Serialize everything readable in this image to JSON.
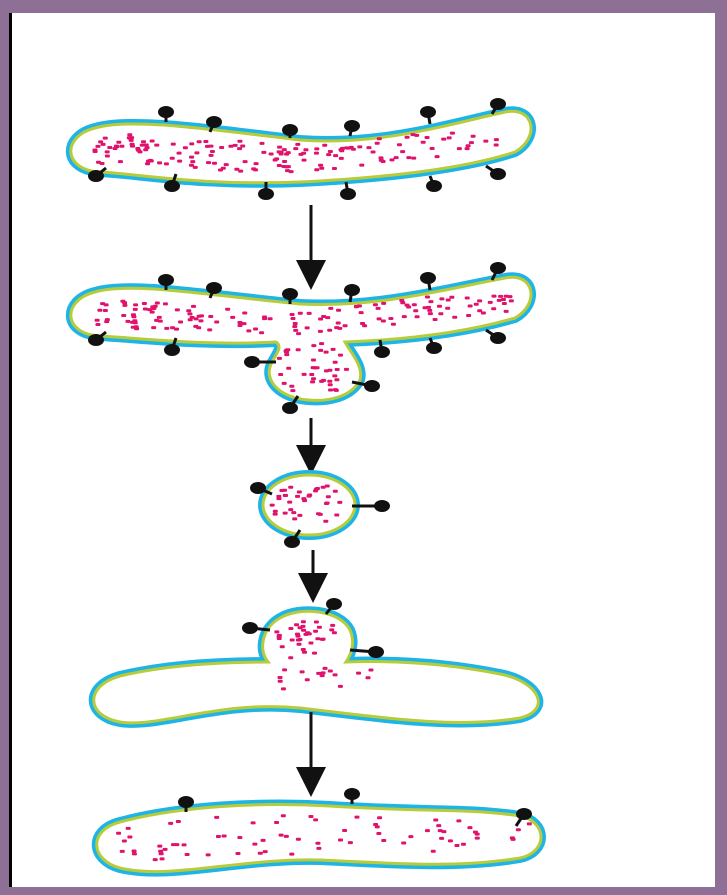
{
  "diagram": {
    "colors": {
      "background_frame": "#8e7097",
      "panel": "#ffffff",
      "outer_membrane": "#1fb4e6",
      "inner_membrane": "#b7cc3a",
      "lumen": "#ffffff",
      "cargo_dots": "#e0126b",
      "receptor": "#111111",
      "arrow": "#111111"
    },
    "stages": [
      {
        "id": "donor-compartment-with-receptors"
      },
      {
        "id": "vesicle-budding"
      },
      {
        "id": "transport-vesicle"
      },
      {
        "id": "vesicle-fusion"
      },
      {
        "id": "target-compartment-after-fusion"
      }
    ],
    "arrows": 4
  }
}
